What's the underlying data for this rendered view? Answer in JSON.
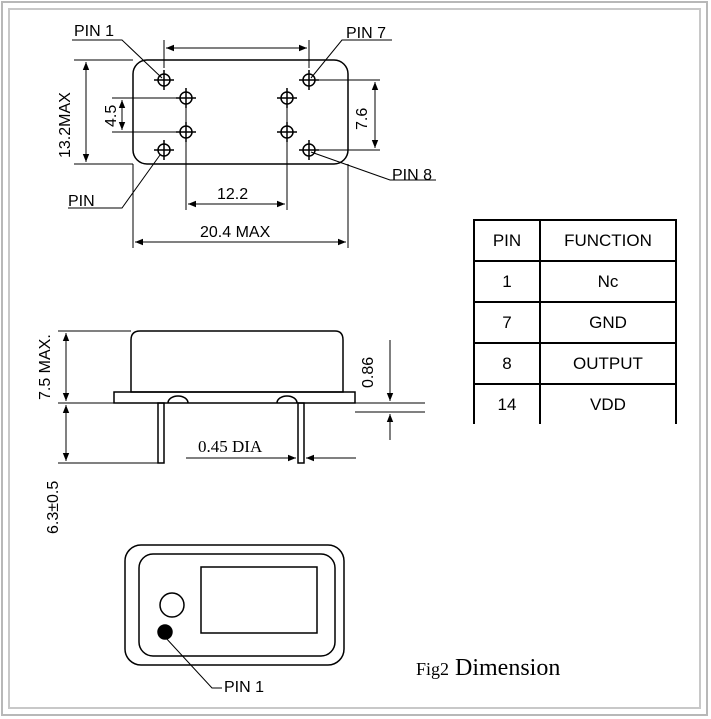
{
  "top_view": {
    "pin1_label": "PIN 1",
    "pin7_label": "PIN 7",
    "pin8_label": "PIN 8",
    "pin14_label": "PIN",
    "height_dim": "13.2MAX",
    "pitch_small_dim": "4.5",
    "pitch_right_dim": "7.6",
    "pitch_horizontal_dim": "12.2",
    "width_dim": "20.4 MAX"
  },
  "side_view": {
    "body_height_dim": "7.5 MAX.",
    "lead_length_dim": "6.3±0.5",
    "flange_dim": "0.86",
    "lead_dia_dim": "0.45 DIA"
  },
  "bottom_view": {
    "pin1_label": "PIN 1"
  },
  "pin_table": {
    "headers": [
      "PIN",
      "FUNCTION"
    ],
    "rows": [
      [
        "1",
        "Nc"
      ],
      [
        "7",
        "GND"
      ],
      [
        "8",
        "OUTPUT"
      ],
      [
        "14",
        "VDD"
      ]
    ]
  },
  "figure_caption": {
    "prefix": "Fig2",
    "title": "Dimension"
  }
}
